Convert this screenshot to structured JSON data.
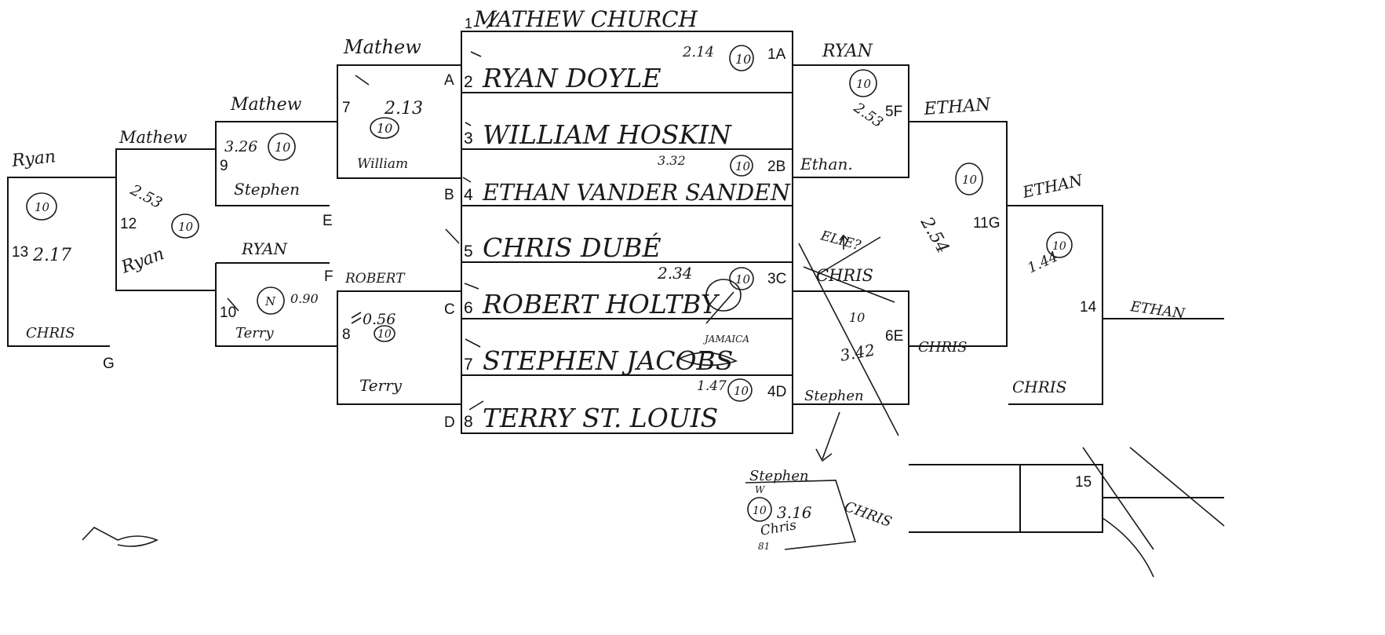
{
  "header": {
    "line_no": "1",
    "name": "MATHEW CHURCH"
  },
  "entries": [
    {
      "no": "2",
      "name": "RYAN DOYLE"
    },
    {
      "no": "3",
      "name": "WILLIAM HOSKIN"
    },
    {
      "no": "4",
      "name": "ETHAN VANDER SANDEN"
    },
    {
      "no": "5",
      "name": "CHRIS DUBÉ"
    },
    {
      "no": "6",
      "name": "ROBERT HOLTBY"
    },
    {
      "no": "7",
      "name": "STEPHEN JACOBS"
    },
    {
      "no": "8",
      "name": "TERRY ST. LOUIS"
    }
  ],
  "printed": {
    "A": "A",
    "B": "B",
    "C": "C",
    "D": "D",
    "E": "E",
    "F": "F",
    "G": "G",
    "1A": "1A",
    "2B": "2B",
    "3C": "3C",
    "4D": "4D",
    "5F": "5F",
    "6E": "6E",
    "11G": "11G",
    "n7": "7",
    "n8": "8",
    "n9": "9",
    "n10": "10",
    "n12": "12",
    "n13": "13",
    "n14": "14",
    "n15": "15"
  },
  "scores": {
    "m1": "2.14",
    "m2": "3.32",
    "m3": "2.34",
    "m4": "1.47",
    "m7": "2.13",
    "m8": "0.56",
    "m9": "3.26",
    "m10": "0.90",
    "m12": "2.53",
    "m13": "2.17",
    "m5": "2.53",
    "m6": "3.42",
    "m11": "2.54",
    "m14": "1.44",
    "cons": "3.16",
    "pts10": "10",
    "ptsN": "N"
  },
  "handwritten": {
    "h_mathew_top": "Mathew",
    "h_mathew_9": "Mathew",
    "h_mathew_12": "Mathew",
    "h_ryan_13": "Ryan",
    "h_chris_13": "CHRIS",
    "h_ryan_12": "Ryan",
    "h_stephen_9": "Stephen",
    "h_william_7": "William",
    "h_ryan_10": "RYAN",
    "h_terry_10": "Terry",
    "h_robert_8": "ROBERT",
    "h_terry_8": "Terry",
    "h_ryan_5f": "RYAN",
    "h_ethan_2b": "Ethan.",
    "h_ethan_11": "ETHAN",
    "h_eli": "ELIE?",
    "h_chris_3c": "CHRIS",
    "h_chris_6e": "CHRIS",
    "h_stephen_4d": "Stephen",
    "h_jamaica": "JAMAICA",
    "h_ethan_14": "ETHAN",
    "h_chris_14": "CHRIS",
    "h_ethan_final": "ETHAN",
    "h_stephen_cons": "Stephen",
    "h_chris_cons": "Chris",
    "h_chris_cons2": "CHRIS",
    "h_w": "W",
    "h_81": "81",
    "h_10_6e": "10"
  }
}
